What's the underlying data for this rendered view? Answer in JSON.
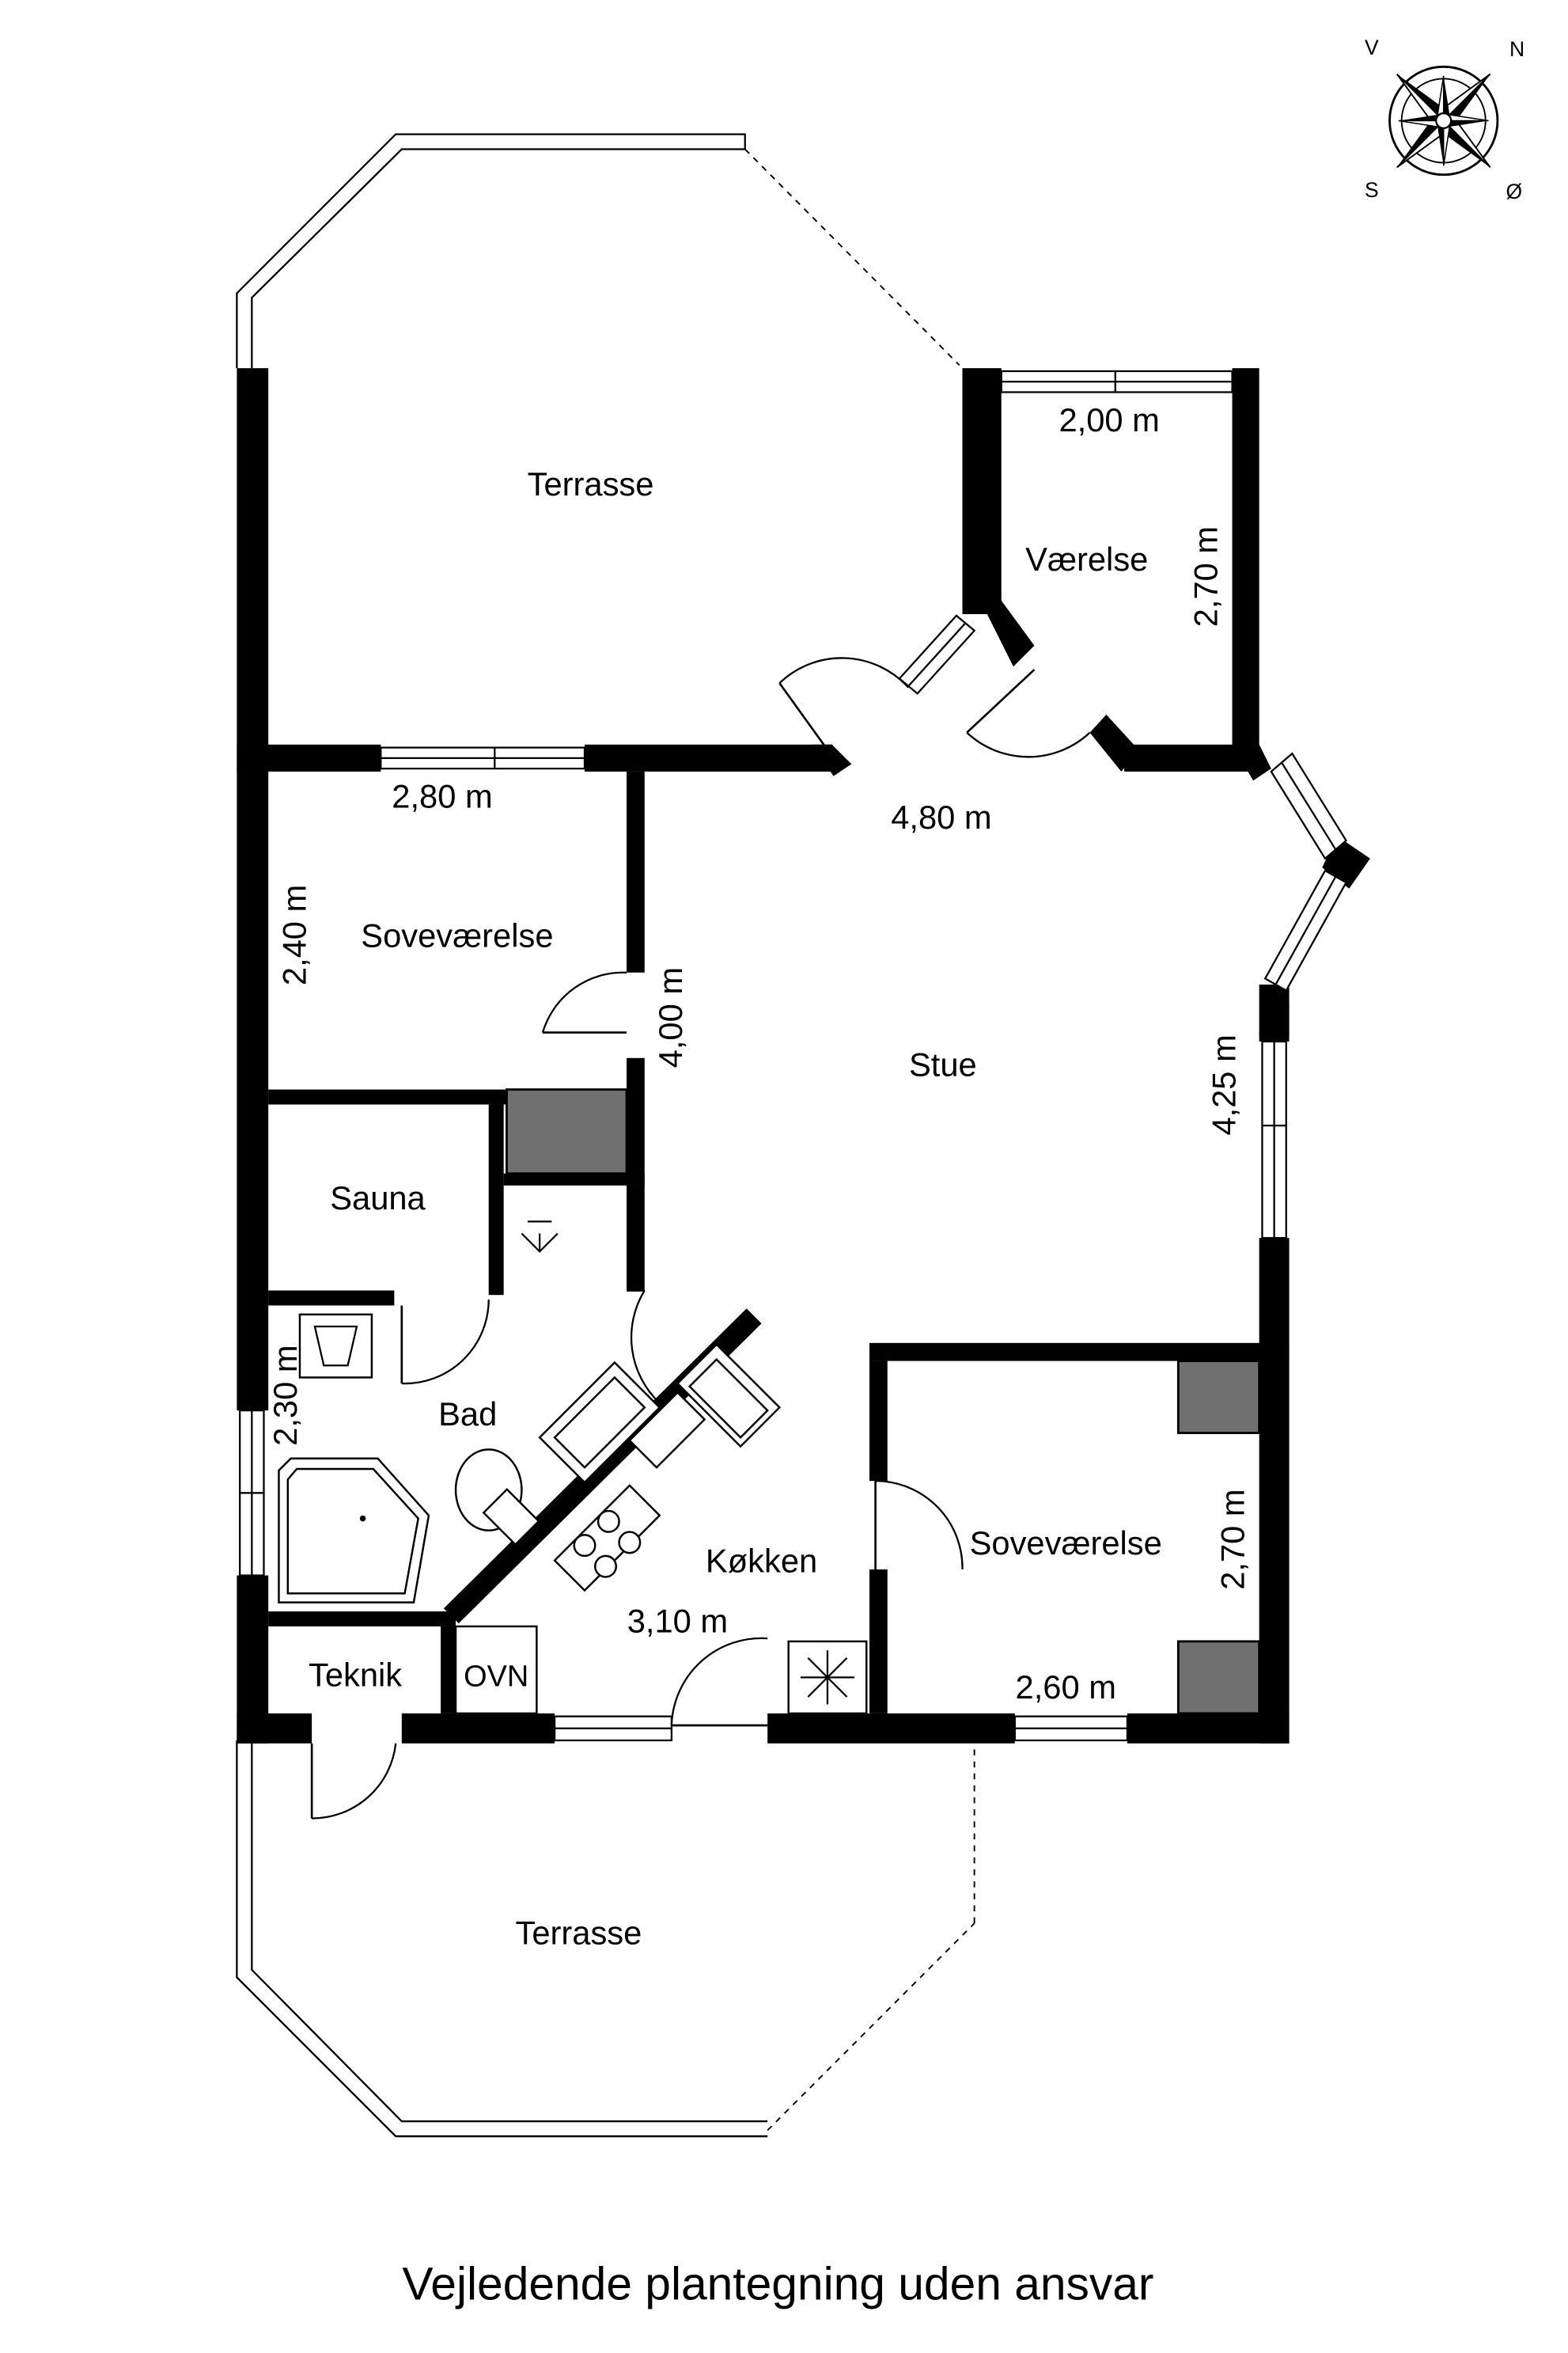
{
  "rooms": {
    "terrace_top": "Terrasse",
    "vaerelse": "Værelse",
    "sovevaerelse_left": "Soveværelse",
    "stue": "Stue",
    "sauna": "Sauna",
    "bad": "Bad",
    "koekken": "Køkken",
    "sovevaerelse_right": "Soveværelse",
    "teknik": "Teknik",
    "ovn": "OVN",
    "terrace_bottom": "Terrasse"
  },
  "dimensions": {
    "vaerelse_width": "2,00 m",
    "vaerelse_depth": "2,70 m",
    "sovevaerelse_left_width": "2,80 m",
    "sovevaerelse_left_depth": "2,40 m",
    "stue_width": "4,80 m",
    "stue_depth_left": "4,00 m",
    "stue_depth_right": "4,25 m",
    "bad_depth": "2,30 m",
    "koekken_width": "3,10 m",
    "sovevaerelse_right_width": "2,60 m",
    "sovevaerelse_right_depth": "2,70 m"
  },
  "compass": {
    "north": "N",
    "east": "Ø",
    "south": "S",
    "west": "V"
  },
  "caption": "Vejledende plantegning uden ansvar"
}
